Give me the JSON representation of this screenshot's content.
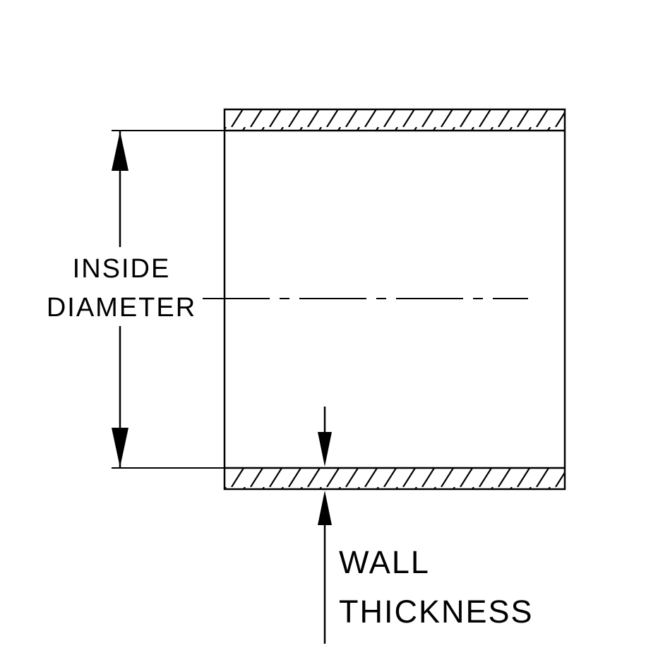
{
  "drawing": {
    "title": "tube-cross-section-dimension-diagram",
    "labels": {
      "inside_diameter_line1": "INSIDE",
      "inside_diameter_line2": "DIAMETER",
      "wall_thickness_line1": "WALL",
      "wall_thickness_line2": "THICKNESS"
    },
    "colors": {
      "line": "#000000",
      "background": "#ffffff"
    }
  }
}
